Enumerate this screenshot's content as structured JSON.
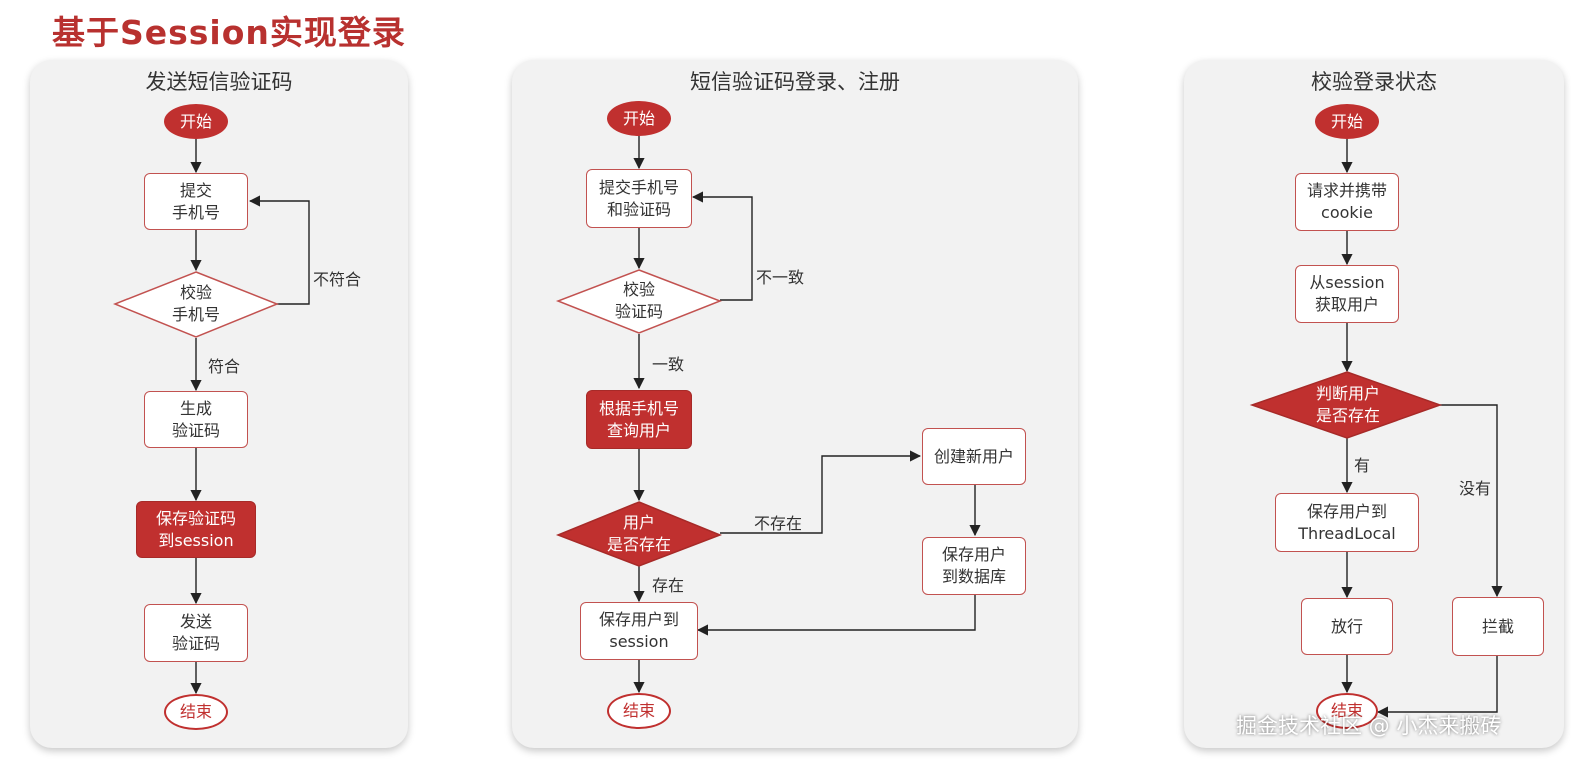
{
  "title": "基于Session实现登录",
  "watermark": "掘金技术社区 @ 小杰来搬砖",
  "panel1": {
    "title": "发送短信验证码",
    "start": "开始",
    "submit": "提交\n手机号",
    "check": "校验\n手机号",
    "no_match": "不符合",
    "match": "符合",
    "generate": "生成\n验证码",
    "save": "保存验证码\n到session",
    "send": "发送\n验证码",
    "end": "结束"
  },
  "panel2": {
    "title": "短信验证码登录、注册",
    "start": "开始",
    "submit": "提交手机号\n和验证码",
    "check": "校验\n验证码",
    "mismatch": "不一致",
    "consistent": "一致",
    "query": "根据手机号\n查询用户",
    "exists_q": "用户\n是否存在",
    "not_exists": "不存在",
    "exists": "存在",
    "create": "创建新用户",
    "save_db": "保存用户\n到数据库",
    "save_session": "保存用户到\nsession",
    "end": "结束"
  },
  "panel3": {
    "title": "校验登录状态",
    "start": "开始",
    "request": "请求并携带\ncookie",
    "get_user": "从session\n获取用户",
    "judge": "判断用户\n是否存在",
    "yes": "有",
    "no": "没有",
    "save_tl": "保存用户到\nThreadLocal",
    "pass": "放行",
    "block": "拦截",
    "end": "结束"
  }
}
